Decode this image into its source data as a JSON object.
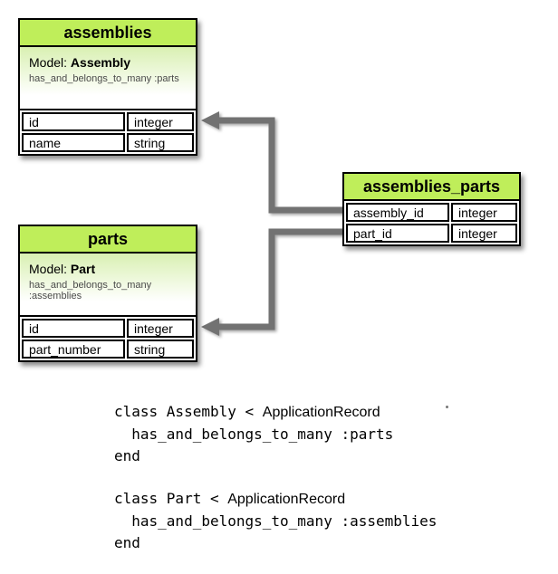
{
  "tables": {
    "assemblies": {
      "title": "assemblies",
      "model_label": "Model:",
      "model_name": "Assembly",
      "association": "has_and_belongs_to_many :parts",
      "rows": [
        {
          "field": "id",
          "type": "integer"
        },
        {
          "field": "name",
          "type": "string"
        }
      ]
    },
    "parts": {
      "title": "parts",
      "model_label": "Model:",
      "model_name": "Part",
      "association": "has_and_belongs_to_many :assemblies",
      "rows": [
        {
          "field": "id",
          "type": "integer"
        },
        {
          "field": "part_number",
          "type": "string"
        }
      ]
    },
    "assemblies_parts": {
      "title": "assemblies_parts",
      "rows": [
        {
          "field": "assembly_id",
          "type": "integer"
        },
        {
          "field": "part_id",
          "type": "integer"
        }
      ]
    }
  },
  "code": {
    "block1": {
      "line1_mono": "class Assembly < ",
      "line1_superclass": "ApplicationRecord",
      "line2": "  has_and_belongs_to_many :parts",
      "line3": "end"
    },
    "block2": {
      "line1_mono": "class Part < ",
      "line1_superclass": "ApplicationRecord",
      "line2": "  has_and_belongs_to_many :assemblies",
      "line3": "end"
    }
  },
  "colors": {
    "table_header_green": "#bfee5a",
    "model_gradient_top": "#d9f0b2",
    "connector_gray": "#727272",
    "border_black": "#000000"
  }
}
